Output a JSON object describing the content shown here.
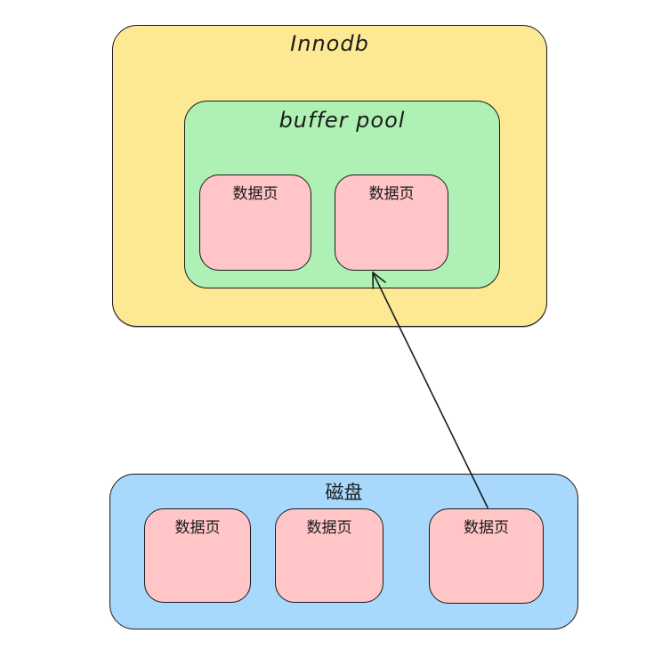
{
  "diagram": {
    "stroke_color": "#1a1a1a",
    "background": "#ffffff",
    "innodb": {
      "label": "Innodb",
      "fill": "#FDE994",
      "buffer_pool": {
        "label": "buffer pool",
        "fill": "#AFF0B5",
        "page_fill": "#FFC5C7",
        "pages": [
          {
            "label": "数据页"
          },
          {
            "label": "数据页"
          }
        ]
      }
    },
    "disk": {
      "label": "磁盘",
      "fill": "#A8D8FC",
      "page_fill": "#FFC5C7",
      "pages": [
        {
          "label": "数据页"
        },
        {
          "label": "数据页"
        },
        {
          "label": "数据页"
        }
      ]
    },
    "arrow": {
      "color": "#1a1a1a",
      "from": "disk-data-page-3",
      "to": "buffer-pool-data-page-2"
    }
  }
}
